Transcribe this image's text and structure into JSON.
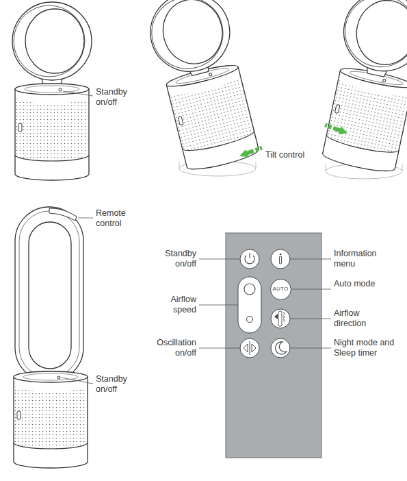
{
  "diagram": {
    "nodes": [
      {
        "text": [
          "AUTO"
        ]
      }
    ],
    "labels": [
      "Standby on/off",
      "Tilt control",
      "Remote control",
      "Standby on/off",
      "Standby on/off",
      "Information menu",
      "Airflow speed",
      "Auto mode",
      "Airflow direction",
      "Oscillation on/off",
      "Night mode and Sleep timer"
    ]
  }
}
